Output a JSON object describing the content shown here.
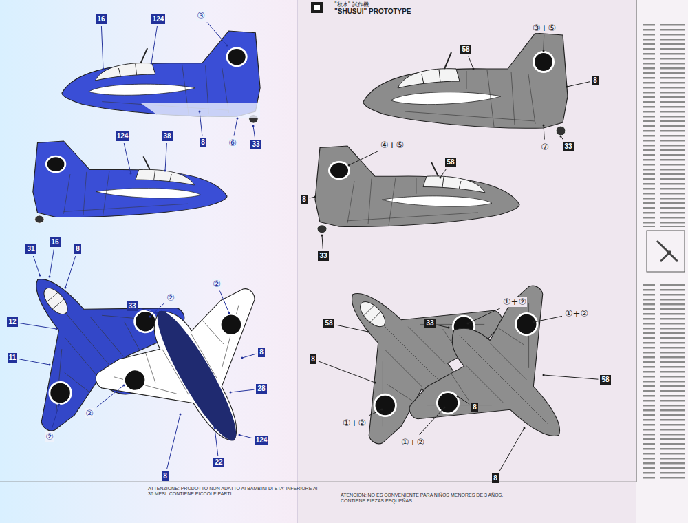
{
  "diagram": {
    "title": "\"SHUSUI\" PROTOTYPE",
    "labels": [
      "\"秋水\" 試作機",
      "58",
      "③+⑤",
      "8",
      "⑦",
      "33",
      "④+⑤",
      "58",
      "8",
      "33",
      "①+②",
      "58",
      "8",
      "8",
      "①+②",
      "33",
      "①+②",
      "58",
      "①+②",
      "8",
      "16",
      "124",
      "③",
      "8",
      "⑥",
      "33",
      "124",
      "38",
      "31",
      "16",
      "8",
      "12",
      "11",
      "②",
      "②",
      "②",
      "33",
      "8",
      "28",
      "124",
      "②",
      "22",
      "8",
      "ATTENZIONE: PRODOTTO NON ADATTO AI BAMBINI DI ETA' INFERIORE AI 36 MESI. CONTIENE PICCOLE PARTI.",
      "ATENCION: NO ES CONVENIENTE PARA NIÑOS MENORES DE 3 AÑOS. CONTIENE PIEZAS PEQUEÑAS."
    ]
  }
}
